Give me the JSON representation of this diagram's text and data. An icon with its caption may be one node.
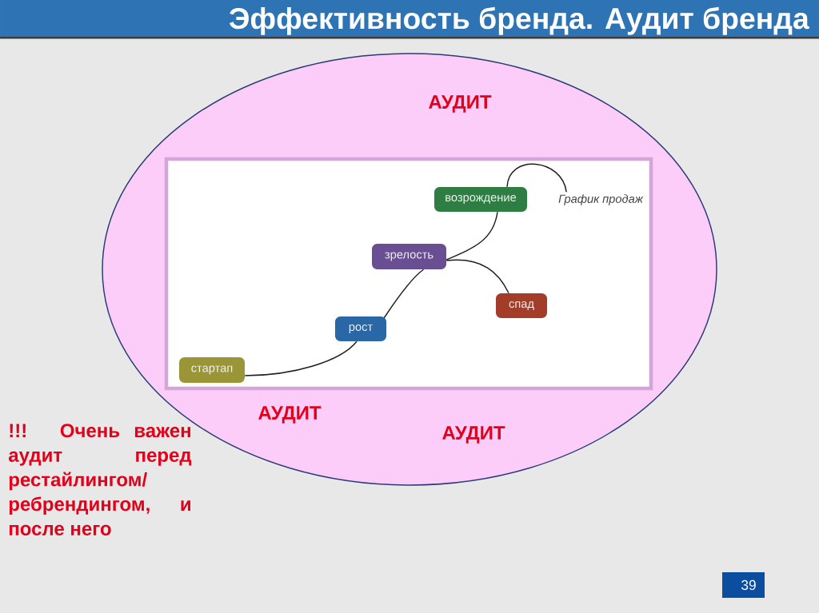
{
  "diagram": {
    "title": "Эффективность бренда. Аудит бренда",
    "nodes": [
      {
        "text": [
          "АУДИТ",
          "АУДИТ",
          "АУДИТ"
        ]
      },
      {
        "text": [],
        "shape": "box",
        "in": 0
      },
      {
        "text": [
          "стартап"
        ],
        "in": 1
      },
      {
        "text": [
          "рост"
        ],
        "in": 1
      },
      {
        "text": [
          "зрелость"
        ],
        "in": 1
      },
      {
        "text": [
          "возрождение"
        ],
        "in": 1
      },
      {
        "text": [
          "спад"
        ],
        "in": 1
      },
      {
        "text": [
          "График продаж"
        ],
        "in": 1
      }
    ],
    "edges": [
      {
        "from": 2,
        "to": 3,
        "arrow": "none"
      },
      {
        "from": 3,
        "to": 4,
        "arrow": "none"
      },
      {
        "from": 4,
        "to": 5,
        "arrow": "none"
      },
      {
        "from": 4,
        "to": 6,
        "arrow": "none"
      },
      {
        "from": 5,
        "to": 7,
        "arrow": "none"
      }
    ],
    "labels": [
      "!!! Очень важен аудит перед рестайлингом/ ребрендингом, и после него",
      "39"
    ]
  }
}
